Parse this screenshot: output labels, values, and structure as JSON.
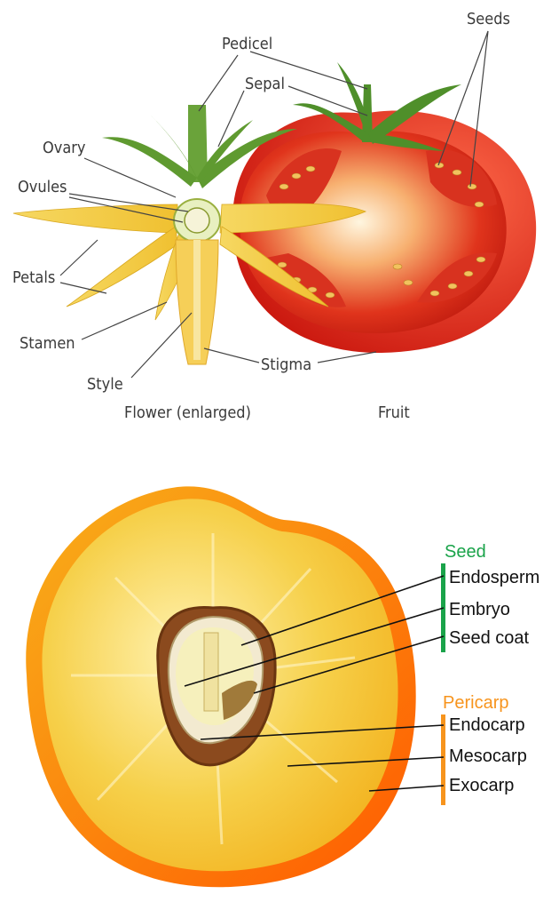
{
  "flower_diagram": {
    "labels": {
      "pedicel": "Pedicel",
      "sepal": "Sepal",
      "seeds": "Seeds",
      "ovary": "Ovary",
      "ovules": "Ovules",
      "petals": "Petals",
      "stamen": "Stamen",
      "style": "Style",
      "stigma": "Stigma"
    },
    "captions": {
      "flower": "Flower (enlarged)",
      "fruit": "Fruit"
    }
  },
  "peach_diagram": {
    "seed_group": {
      "title": "Seed",
      "color": "#1aa34a",
      "items": [
        "Endosperm",
        "Embryo",
        "Seed coat"
      ]
    },
    "pericarp_group": {
      "title": "Pericarp",
      "color": "#f7941d",
      "items": [
        "Endocarp",
        "Mesocarp",
        "Exocarp"
      ]
    }
  }
}
